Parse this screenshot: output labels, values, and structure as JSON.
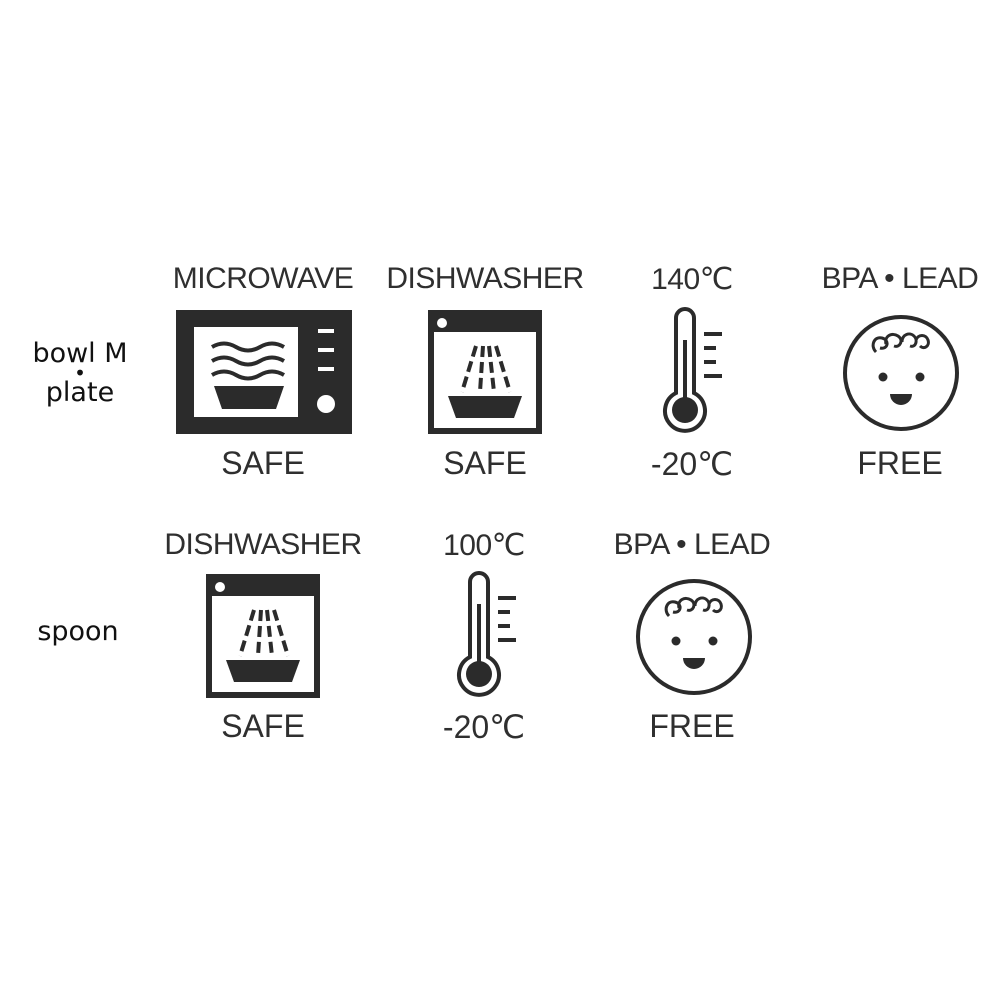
{
  "rows": [
    {
      "name_lines": [
        "bowl M",
        "•",
        "plate"
      ],
      "items": [
        {
          "icon": "microwave-icon",
          "top": "MICROWAVE",
          "bottom": "SAFE"
        },
        {
          "icon": "dishwasher-icon",
          "top": "DISHWASHER",
          "bottom": "SAFE"
        },
        {
          "icon": "thermometer-icon",
          "top": "140℃",
          "bottom": "-20℃"
        },
        {
          "icon": "smiley-face-icon",
          "top": "BPA • LEAD",
          "bottom": "FREE"
        }
      ]
    },
    {
      "name_lines": [
        "spoon"
      ],
      "items": [
        {
          "icon": "dishwasher-icon",
          "top": "DISHWASHER",
          "bottom": "SAFE"
        },
        {
          "icon": "thermometer-icon",
          "top": "100℃",
          "bottom": "-20℃"
        },
        {
          "icon": "smiley-face-icon",
          "top": "BPA • LEAD",
          "bottom": "FREE"
        }
      ]
    }
  ],
  "colors": {
    "icon": "#2b2b2b",
    "text": "#2f2f2f"
  }
}
